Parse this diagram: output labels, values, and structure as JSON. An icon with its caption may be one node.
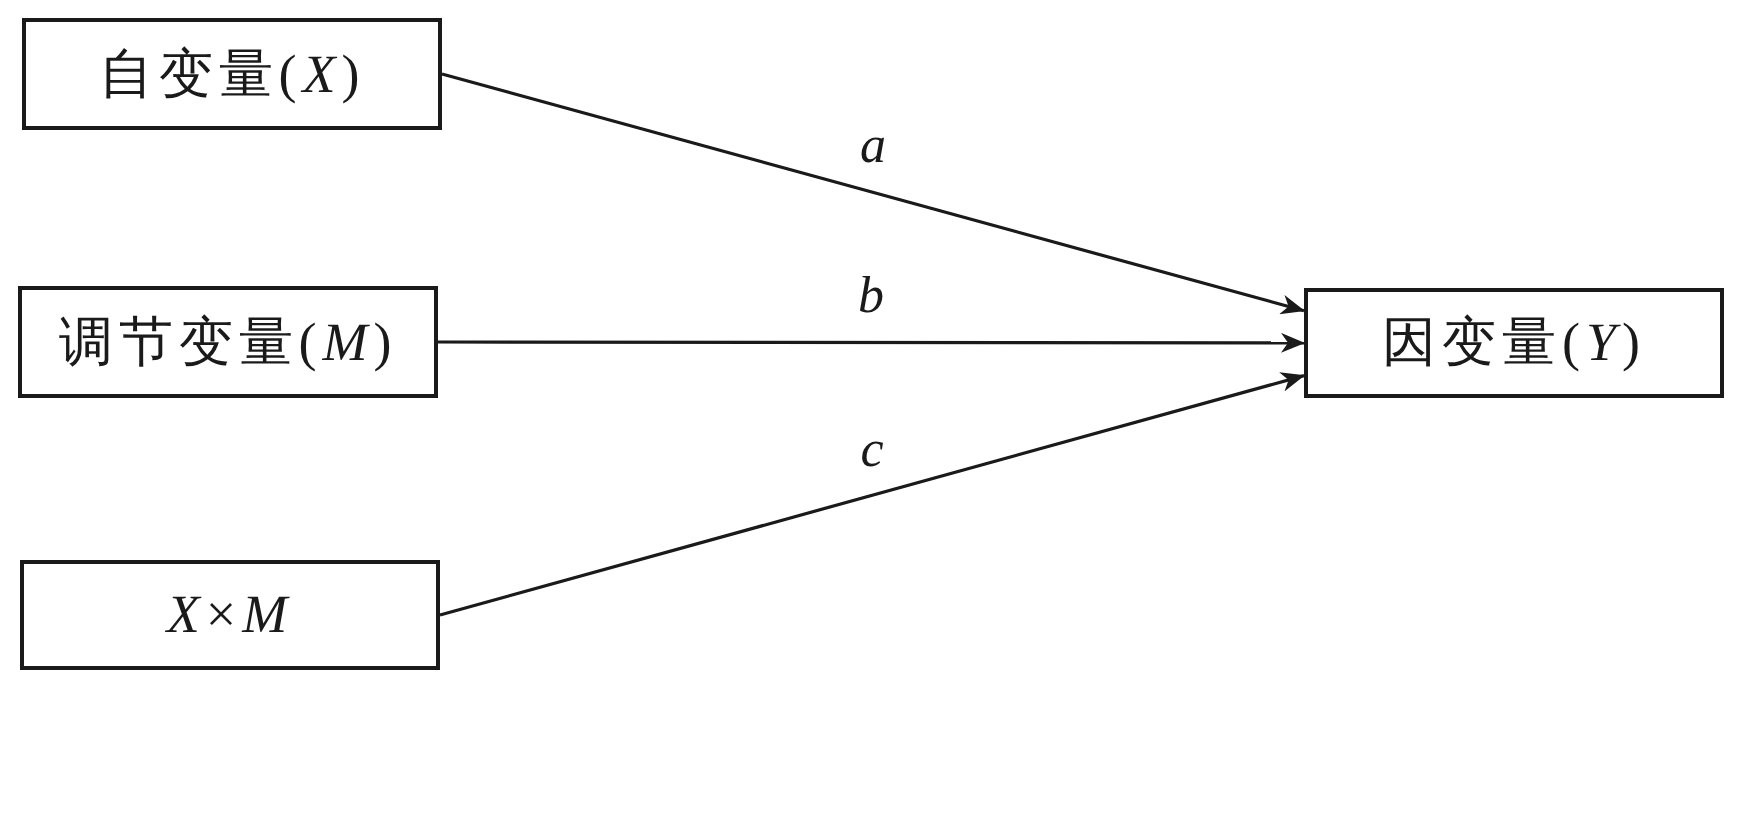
{
  "diagram": {
    "nodes": [
      {
        "text": [
          "自变量(*X*)"
        ]
      },
      {
        "text": [
          "调节变量(*M*)"
        ]
      },
      {
        "text": [
          "*X*×*M*"
        ]
      },
      {
        "text": [
          "因变量(*Y*)"
        ]
      }
    ],
    "edges": [
      {
        "from": 0,
        "to": 3,
        "arrow": "to",
        "label": "a"
      },
      {
        "from": 1,
        "to": 3,
        "arrow": "to",
        "label": "b"
      },
      {
        "from": 2,
        "to": 3,
        "arrow": "to",
        "label": "c"
      }
    ]
  }
}
